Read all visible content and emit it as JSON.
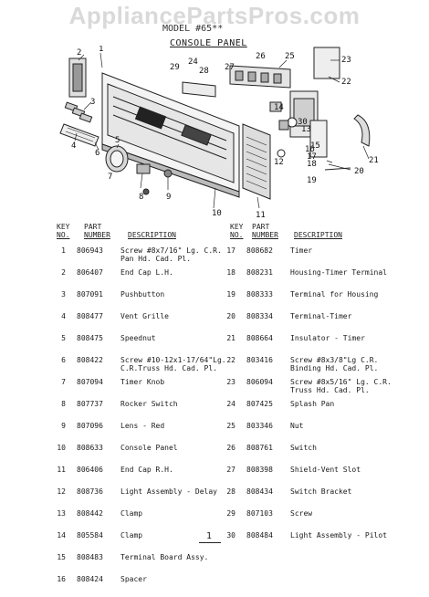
{
  "watermark": "AppliancePartsPros.com",
  "model_line": "MODEL #65**",
  "section_title": "CONSOLE PANEL",
  "diagram_callouts": [
    "1",
    "2",
    "3",
    "4",
    "5",
    "6",
    "7",
    "8",
    "9",
    "10",
    "11",
    "12",
    "13",
    "14",
    "15",
    "16",
    "17",
    "18",
    "19",
    "20",
    "21",
    "22",
    "23",
    "24",
    "25",
    "26",
    "27",
    "28",
    "29",
    "30"
  ],
  "table_header": {
    "key_no": [
      "KEY",
      "NO."
    ],
    "part_number": [
      "PART",
      "NUMBER"
    ],
    "description": "DESCRIPTION"
  },
  "parts_left": [
    {
      "key": "1",
      "part": "806943",
      "desc": "Screw #8x7/16\" Lg. C.R.\nPan Hd. Cad. Pl."
    },
    {
      "key": "2",
      "part": "806407",
      "desc": "End Cap L.H."
    },
    {
      "key": "3",
      "part": "807091",
      "desc": "Pushbutton"
    },
    {
      "key": "4",
      "part": "808477",
      "desc": "Vent Grille"
    },
    {
      "key": "5",
      "part": "808475",
      "desc": "Speednut"
    },
    {
      "key": "6",
      "part": "808422",
      "desc": "Screw #10-12x1-17/64\"Lg.\nC.R.Truss Hd. Cad. Pl."
    },
    {
      "key": "7",
      "part": "807094",
      "desc": "Timer Knob"
    },
    {
      "key": "8",
      "part": "807737",
      "desc": "Rocker Switch"
    },
    {
      "key": "9",
      "part": "807096",
      "desc": "Lens - Red"
    },
    {
      "key": "10",
      "part": "808633",
      "desc": "Console Panel"
    },
    {
      "key": "11",
      "part": "806406",
      "desc": "End Cap R.H."
    },
    {
      "key": "12",
      "part": "808736",
      "desc": "Light Assembly - Delay"
    },
    {
      "key": "13",
      "part": "808442",
      "desc": "Clamp"
    },
    {
      "key": "14",
      "part": "805584",
      "desc": "Clamp"
    },
    {
      "key": "15",
      "part": "808483",
      "desc": "Terminal Board Assy."
    },
    {
      "key": "16",
      "part": "808424",
      "desc": "Spacer"
    }
  ],
  "parts_right": [
    {
      "key": "17",
      "part": "808682",
      "desc": "Timer"
    },
    {
      "key": "18",
      "part": "808231",
      "desc": "Housing-Timer Terminal"
    },
    {
      "key": "19",
      "part": "808333",
      "desc": "Terminal for Housing"
    },
    {
      "key": "20",
      "part": "808334",
      "desc": "Terminal-Timer"
    },
    {
      "key": "21",
      "part": "808664",
      "desc": "Insulator - Timer"
    },
    {
      "key": "22",
      "part": "803416",
      "desc": "Screw #8x3/8\"Lg C.R.\nBinding Hd. Cad. Pl."
    },
    {
      "key": "23",
      "part": "806094",
      "desc": "Screw #8x5/16\" Lg. C.R.\nTruss Hd. Cad. Pl."
    },
    {
      "key": "24",
      "part": "807425",
      "desc": "Splash Pan"
    },
    {
      "key": "25",
      "part": "803346",
      "desc": "Nut"
    },
    {
      "key": "26",
      "part": "808761",
      "desc": "Switch"
    },
    {
      "key": "27",
      "part": "808398",
      "desc": "Shield-Vent Slot"
    },
    {
      "key": "28",
      "part": "808434",
      "desc": "Switch Bracket"
    },
    {
      "key": "29",
      "part": "807103",
      "desc": "Screw"
    },
    {
      "key": "30",
      "part": "808484",
      "desc": "Light Assembly - Pilot"
    }
  ],
  "page_number": "1"
}
